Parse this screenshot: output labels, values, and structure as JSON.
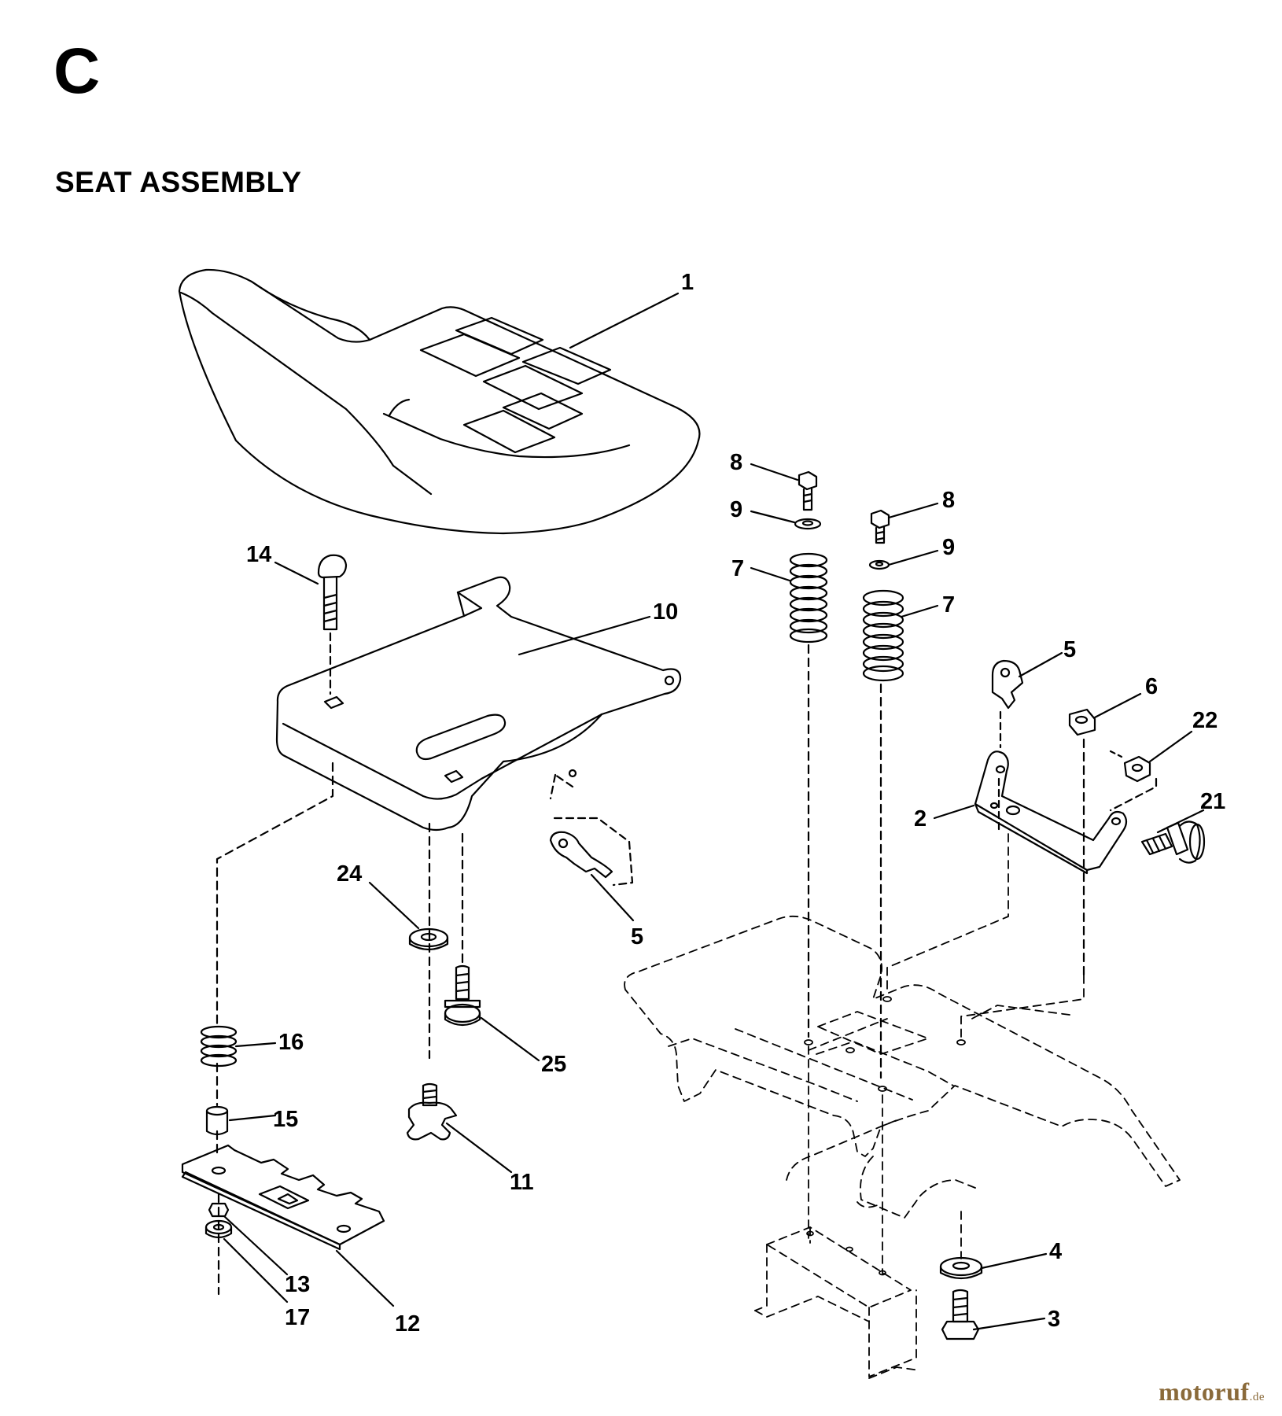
{
  "section_letter": "C",
  "title": "SEAT ASSEMBLY",
  "watermark": {
    "main": "motoruf",
    "suffix": ".de"
  },
  "parts": {
    "p1": "1",
    "p2": "2",
    "p3": "3",
    "p4": "4",
    "p5a": "5",
    "p5b": "5",
    "p6": "6",
    "p7a": "7",
    "p7b": "7",
    "p8a": "8",
    "p8b": "8",
    "p9a": "9",
    "p9b": "9",
    "p10": "10",
    "p11": "11",
    "p12": "12",
    "p13": "13",
    "p14": "14",
    "p15": "15",
    "p16": "16",
    "p17": "17",
    "p21": "21",
    "p22": "22",
    "p24": "24",
    "p25": "25"
  }
}
